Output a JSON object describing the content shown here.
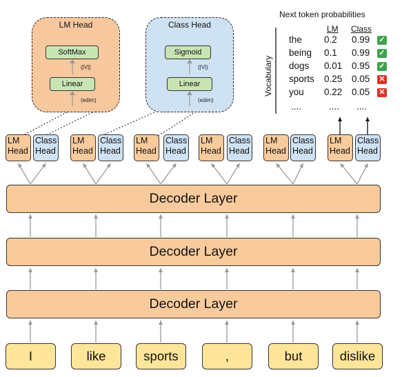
{
  "lm_head_detail": {
    "title": "LM Head",
    "top_block": "SoftMax",
    "top_dim": "(|V|)",
    "bottom_block": "Linear",
    "bottom_dim": "(edim)"
  },
  "class_head_detail": {
    "title": "Class Head",
    "top_block": "Sigmoid",
    "top_dim": "(|V|)",
    "bottom_block": "Linear",
    "bottom_dim": "(edim)"
  },
  "head_labels": {
    "lm": [
      "LM",
      "Head"
    ],
    "class": [
      "Class",
      "Head"
    ]
  },
  "decoder_layers": [
    "Decoder Layer",
    "Decoder Layer",
    "Decoder Layer"
  ],
  "tokens": [
    "I",
    "like",
    "sports",
    ",",
    "but",
    "dislike"
  ],
  "probabilities": {
    "title": "Next token probabilities",
    "axis_label": "Vocabulary",
    "col_lm": "LM",
    "col_class": "Class",
    "rows": [
      {
        "word": "the",
        "lm": "0.2",
        "cls": "0.99",
        "mark": "check"
      },
      {
        "word": "being",
        "lm": "0.1",
        "cls": "0.99",
        "mark": "check"
      },
      {
        "word": "dogs",
        "lm": "0.01",
        "cls": "0.95",
        "mark": "check"
      },
      {
        "word": "sports",
        "lm": "0.25",
        "cls": "0.05",
        "mark": "cross"
      },
      {
        "word": "you",
        "lm": "0.22",
        "cls": "0.05",
        "mark": "cross"
      }
    ],
    "ellipsis": "...."
  },
  "icons": {
    "check": "check-icon",
    "cross": "cross-icon"
  },
  "colors": {
    "lm_head": "#f9cb9c",
    "class_head": "#cfe2f3",
    "decoder": "#f9cb9c",
    "token": "#ffe599",
    "block": "#c9e4b4"
  }
}
